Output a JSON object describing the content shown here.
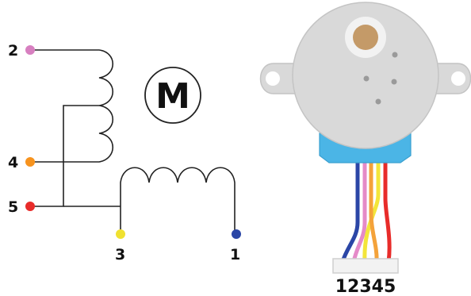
{
  "motor_symbol": {
    "letter": "M"
  },
  "pins": [
    {
      "id": "2",
      "label": "2",
      "color": "#d77fc0"
    },
    {
      "id": "4",
      "label": "4",
      "color": "#f7931e"
    },
    {
      "id": "5",
      "label": "5",
      "color": "#e82c2a"
    },
    {
      "id": "3",
      "label": "3",
      "color": "#f0e130"
    },
    {
      "id": "1",
      "label": "1",
      "color": "#2b46a6"
    }
  ],
  "connector": {
    "label": "12345"
  },
  "wire_colors": {
    "blue": "#2b46a6",
    "pink": "#e58ac8",
    "yellow": "#f3e53a",
    "orange": "#f4a23a",
    "red": "#e82c2a"
  },
  "motor_colors": {
    "body": "#d9d9d9",
    "body_edge": "#c4c4c4",
    "shaft": "#c49a68",
    "collar": "#4bb5e6"
  }
}
